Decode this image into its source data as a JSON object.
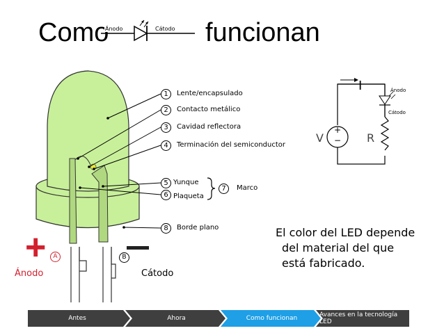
{
  "title": {
    "left": "Como",
    "right": "funcionan"
  },
  "diode_symbol": {
    "anode": "Ánodo",
    "cathode": "Cátodo"
  },
  "parts": [
    {
      "num": "1",
      "label": "Lente/encapsulado"
    },
    {
      "num": "2",
      "label": "Contacto metálico"
    },
    {
      "num": "3",
      "label": "Cavidad reflectora"
    },
    {
      "num": "4",
      "label": "Terminación del semiconductor"
    },
    {
      "num": "5",
      "label": "Yunque"
    },
    {
      "num": "6",
      "label": "Plaqueta"
    },
    {
      "num": "7",
      "label": "Marco"
    },
    {
      "num": "8",
      "label": "Borde plano"
    }
  ],
  "terminals": {
    "plus": "+",
    "anode_label": "Ánodo",
    "a": "A",
    "b": "B",
    "cathode_label": "Cátodo"
  },
  "circuit": {
    "current": "I",
    "voltage": "V",
    "plus": "+",
    "minus": "−",
    "resistor": "R",
    "anode": "Ánodo",
    "cathode": "Cátodo"
  },
  "description": [
    "El color del LED depende",
    "del material del que",
    "está fabricado."
  ],
  "nav": {
    "items": [
      "Antes",
      "Ahora",
      "Como funcionan",
      "Avances en la tecnología LED"
    ],
    "active_index": 2,
    "colors": {
      "inactive": "#3f3f3f",
      "active": "#1e9fe6"
    }
  },
  "colors": {
    "led_body": "#c8f09a",
    "plus_red": "#d2202e"
  },
  "icons": [
    "diode-symbol-icon",
    "led-diagram-icon",
    "circuit-icon"
  ]
}
